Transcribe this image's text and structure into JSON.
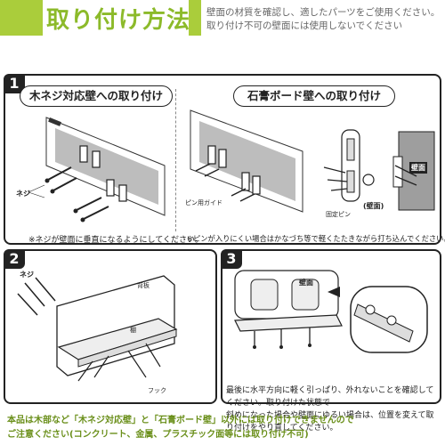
{
  "header": {
    "title": "取り付け方法",
    "note_line1": "壁面の材質を確認し、適したパーツをご使用ください。",
    "note_line2": "取り付け不可の壁面には使用しないでください"
  },
  "panel1": {
    "number": "1",
    "left": {
      "heading": "木ネジ対応壁への取り付け",
      "screw_label": "ネジ",
      "note": "※ネジが壁面に垂直になるようにしてください。"
    },
    "right": {
      "heading": "石膏ボード壁への取り付け",
      "guide_label": "ピン用ガイド",
      "pin_label": "固定ピン",
      "wall_label": "(壁面)",
      "wall_tag": "壁面",
      "note": "※ピンが入りにくい場合はかなづち等で軽くたたきながら打ち込んでください。"
    }
  },
  "panel2": {
    "number": "2",
    "screw_label": "ネジ",
    "backboard_label": "背板",
    "shelf_label": "棚",
    "hook_label": "フック"
  },
  "panel3": {
    "number": "3",
    "arrow_label": "壁面",
    "caption_line1": "最後に水平方向に軽く引っぱり、外れないことを確認してください。取り付けた状態で",
    "caption_line2": "斜めになった場合や壁面にゆるい場合は、位置を変えて取り付けをやり直してください。"
  },
  "footer": {
    "line1": "本品は木部など「木ネジ対応壁」と「石膏ボード壁」以外には取り付けできませんので",
    "line2": "ご注意ください(コンクリート、金属、プラスチック面等には取り付け不可)"
  }
}
